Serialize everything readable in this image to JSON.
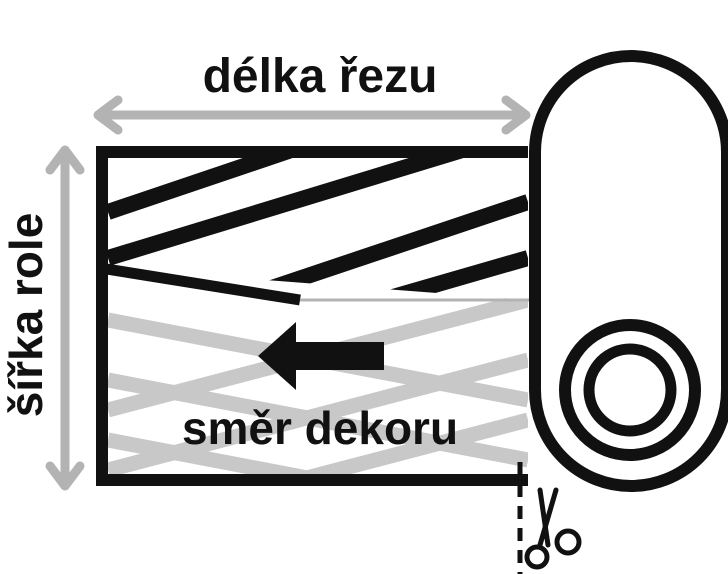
{
  "labels": {
    "cut_length": "délka řezu",
    "roll_width": "šířka role",
    "pattern_direction": "směr dekoru"
  },
  "icons": {
    "direction_arrow": "arrow-left-icon",
    "cut_marker": "scissors-icon"
  },
  "colors": {
    "stroke": "#111111",
    "dimension_arrow": "#b3b3b3",
    "faded_stripes": "#c8c8c8",
    "background": "#ffffff"
  }
}
